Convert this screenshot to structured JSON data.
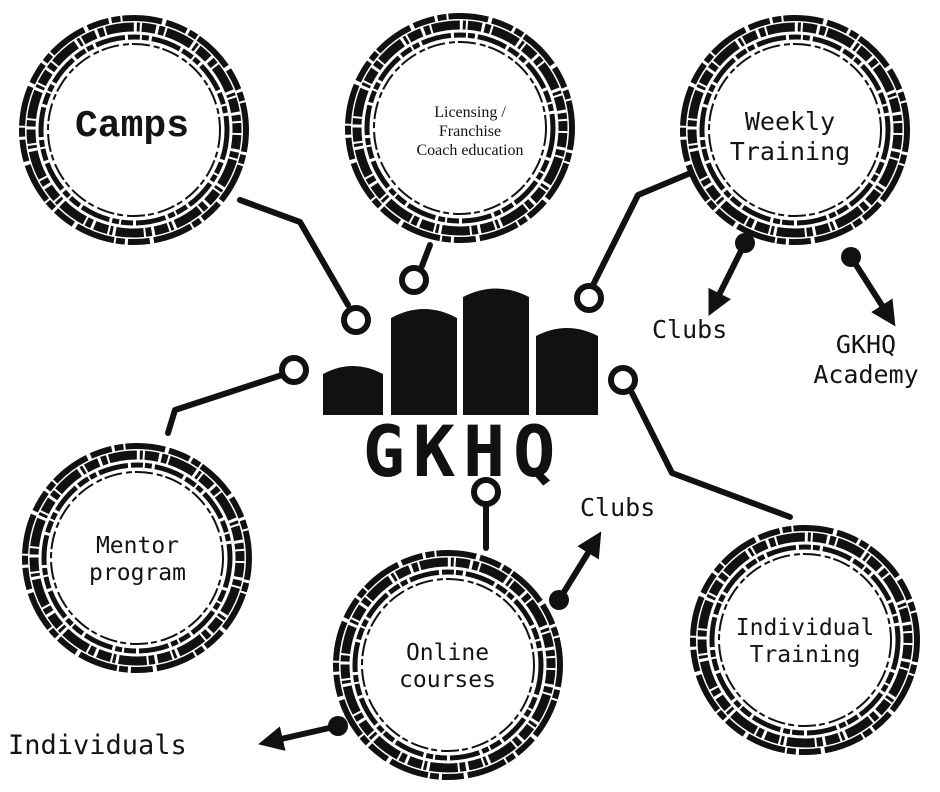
{
  "logo": {
    "text": "GKHQ"
  },
  "nodes": {
    "camps": {
      "label": "Camps"
    },
    "licensing": {
      "lines": [
        "Licensing /",
        "Franchise",
        "Coach education"
      ]
    },
    "weekly_training": {
      "lines": [
        "Weekly",
        "Training"
      ]
    },
    "mentor_program": {
      "lines": [
        "Mentor",
        "program"
      ]
    },
    "online_courses": {
      "lines": [
        "Online",
        "courses"
      ]
    },
    "individual_training": {
      "lines": [
        "Individual",
        "Training"
      ]
    }
  },
  "branches": {
    "weekly_clubs": "Clubs",
    "weekly_academy": [
      "GKHQ",
      "Academy"
    ],
    "online_clubs": "Clubs",
    "online_individuals": "Individuals"
  },
  "colors": {
    "ink": "#111111",
    "background": "#ffffff"
  }
}
